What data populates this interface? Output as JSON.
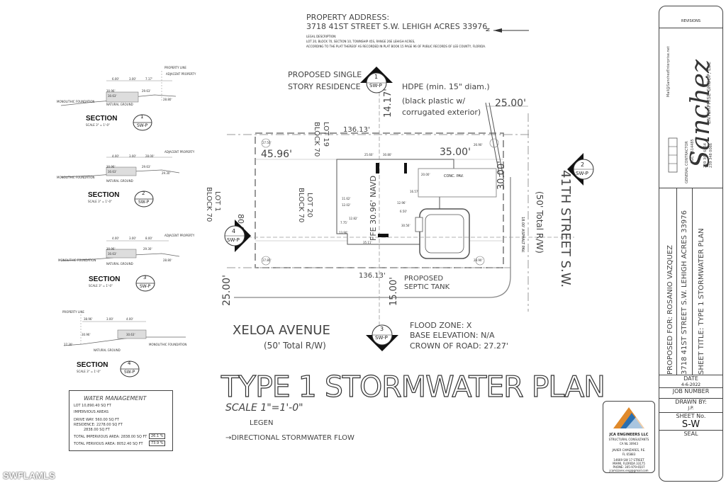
{
  "header": {
    "address_label": "PROPERTY ADDRESS:",
    "address": "3718 41ST STREET S.W. LEHIGH ACRES 33976",
    "legal_label": "LEGAL DESCRIPTION:",
    "legal_text_1": "LOT 20, BLOCK 70, SECTION 10, TOWNSHIP 45S, RANGE 26E LEHIGH ACRES,",
    "legal_text_2": "ACCORDING TO THE PLAT THEREOF AS RECORDED IN PLAT BOOK 15 PAGE 96 OF PUBLIC RECORDS OF LEE COUNTY, FLORIDA.",
    "north_label": "N"
  },
  "sections": [
    {
      "title": "SECTION",
      "number": "1",
      "ref": "SW-P",
      "scale": "SCALE 3\" = 1'-0\"",
      "dims": [
        "6.00'",
        "3.00'",
        "7.17'"
      ],
      "labels": [
        "PROPERTY LINE",
        "ADJACENT PROPERTY",
        "MONOLITHIC FOUNDATION",
        "NATURAL GROUND"
      ],
      "elev": [
        "30.96'",
        "30.63'",
        "29.63'",
        "28.80'"
      ]
    },
    {
      "title": "SECTION",
      "number": "2",
      "ref": "SW-P",
      "scale": "SCALE 3\" = 1'-0\"",
      "dims": [
        "4.00'",
        "3.00'",
        "28.00'"
      ],
      "labels": [
        "ADJACENT PROPERTY",
        "MONOLITHIC FOUNDATION",
        "NATURAL GROUND"
      ],
      "elev": [
        "30.96'",
        "30.63'",
        "29.63'",
        "29.30'"
      ]
    },
    {
      "title": "SECTION",
      "number": "3",
      "ref": "SW-P",
      "scale": "SCALE 3\" = 1'-0\"",
      "dims": [
        "4.00'",
        "3.00'",
        "8.00'"
      ],
      "labels": [
        "ADJACENT PROPERTY",
        "MONOLITHIC FOUNDATION",
        "NATURAL GROUND"
      ],
      "elev": [
        "30.96'",
        "30.63'",
        "29.30'",
        "28.80'"
      ]
    },
    {
      "title": "SECTION",
      "number": "4",
      "ref": "SW-P",
      "scale": "SCALE 3\" = 1'-0\"",
      "dims": [
        "38.96'",
        "3.00'",
        "4.00'"
      ],
      "labels": [
        "PROPERTY LINE",
        "MONOLITHIC FOUNDATION",
        "NATURAL GROUND"
      ],
      "elev": [
        "30.96'",
        "30.63'",
        "27.30'"
      ]
    }
  ],
  "water_management": {
    "title": "WATER MANAGEMENT",
    "lot": "LOT 10,890.40 SQ FT",
    "impervious_header": "IMPERVIOUS AREAS",
    "drive_way": "DRIVE WAY:    560.00 SQ FT",
    "residence": "RESIDENCE:  2278.00 SQ FT",
    "subtotal": "2838.00 SQ FT",
    "total_impervious": "TOTAL IMPERVIOUS AREA:  2838.00 SQ FT",
    "total_impervious_pct": "26.1 %",
    "total_pervious": "TOTAL PERVIOUS AREA:  8052.40 SQ FT",
    "total_pervious_pct": "73.9 %"
  },
  "plan": {
    "proposed_residence": [
      "PROPOSED SINGLE",
      "STORY RESIDENCE"
    ],
    "hdpe": [
      "HDPE (min. 15\" diam.)",
      "(black plastic w/",
      "corrugated exterior)"
    ],
    "dim_top": "136.13'",
    "dim_bottom": "136.13'",
    "dim_left_top": "45.96'",
    "dim_right_top": "35.00'",
    "dim_road_right": "25.00'",
    "dim_road_left": "25.00'",
    "dim_top_setback": "14.17'",
    "dim_bottom_setback": "15.00'",
    "dim_drive": "30.00'",
    "dim_lot_depth": "80.00'",
    "ffe": "FFE 30.96' NAVD",
    "conc_pav": "CONC. PAV.",
    "septic": [
      "PROPOSED",
      "SEPTIC TANK"
    ],
    "lot19": [
      "LOT 19",
      "BLOCK 70"
    ],
    "lot20": [
      "LOT 20",
      "BLOCK 70"
    ],
    "lot1": [
      "LOT 1",
      "BLOCK 70"
    ],
    "street_41": "41TH STREET S.W.",
    "street_41_rw": "(50' Total R/W)",
    "asphalt": "18.00' ASPHALT PAV.",
    "xeloa": "XELOA AVENUE",
    "xeloa_rw": "(50' Total R/W)",
    "flood_zone": "FLOOD ZONE: X",
    "base_elev": "BASE ELEVATION: N/A",
    "crown": "CROWN OF ROAD: 27.27'",
    "small_dims": [
      "11.62'",
      "12.02'",
      "7.75'",
      "12.82'",
      "35.11'",
      "6.50'",
      "30.56'",
      "13.90'",
      "16.57'",
      "25.60'",
      "20.00'",
      "12.96'",
      "27.50'",
      "26.90'",
      "27.80'",
      "28.90'",
      "30.80'"
    ],
    "markers": [
      {
        "number": "1",
        "ref": "SW-P"
      },
      {
        "number": "2",
        "ref": "SW-P"
      },
      {
        "number": "3",
        "ref": "SW-P"
      },
      {
        "number": "4",
        "ref": "SW-P"
      }
    ]
  },
  "title": {
    "main": "TYPE 1 STORMWATER  PLAN",
    "scale": "SCALE 1\"=1'-0\"",
    "legend_label": "LEGEN",
    "legend_item": "→DIRECTIONAL STORMWATER FLOW"
  },
  "engineer": {
    "name": "JCA ENGINEERS LLC",
    "sub": "STRUCTURAL CONSULTANTS",
    "ca": "CA NL 30943",
    "person": "JAVIER CAMIZARES, P.E.",
    "fl": "FL 65883",
    "address1": "14669 SW 17 STREET",
    "address2": "MIAMI, FLORIDA 33175",
    "phone": "PHONE: 305-979-6507",
    "email": "jcamizares.eng@gmail.com"
  },
  "title_block": {
    "revisions": "REVISIONS",
    "company_script": "Sanchez",
    "company_sub": "ENTERPRISE GROUP, LLC",
    "company_email": "Mail@SanchezEnterprise.net",
    "contractor": "GENERAL CONTRACTOR",
    "license": "CGC 1514485",
    "phone1": "239 362 6464",
    "phone2": "239 348 0066",
    "proposed_for": "PROPOSED FOR:  ROSANIO VAZQUEZ",
    "address": "3718 41ST STREET S.W. LEHIGH ACRES 33976",
    "sheet_title": "SHEET TITLE:  TYPE 1 STORMWATER PLAN",
    "date_label": "DATE",
    "date_value": "4-6-2022",
    "job_number": "JOB NUMBER",
    "drawn_by_label": "DRAWN BY:",
    "drawn_by_value": "J.P.",
    "sheet_no_label": "SHEET No.",
    "sheet_no": "S-W",
    "seal": "SEAL"
  },
  "watermark": "SWFLAMLS"
}
